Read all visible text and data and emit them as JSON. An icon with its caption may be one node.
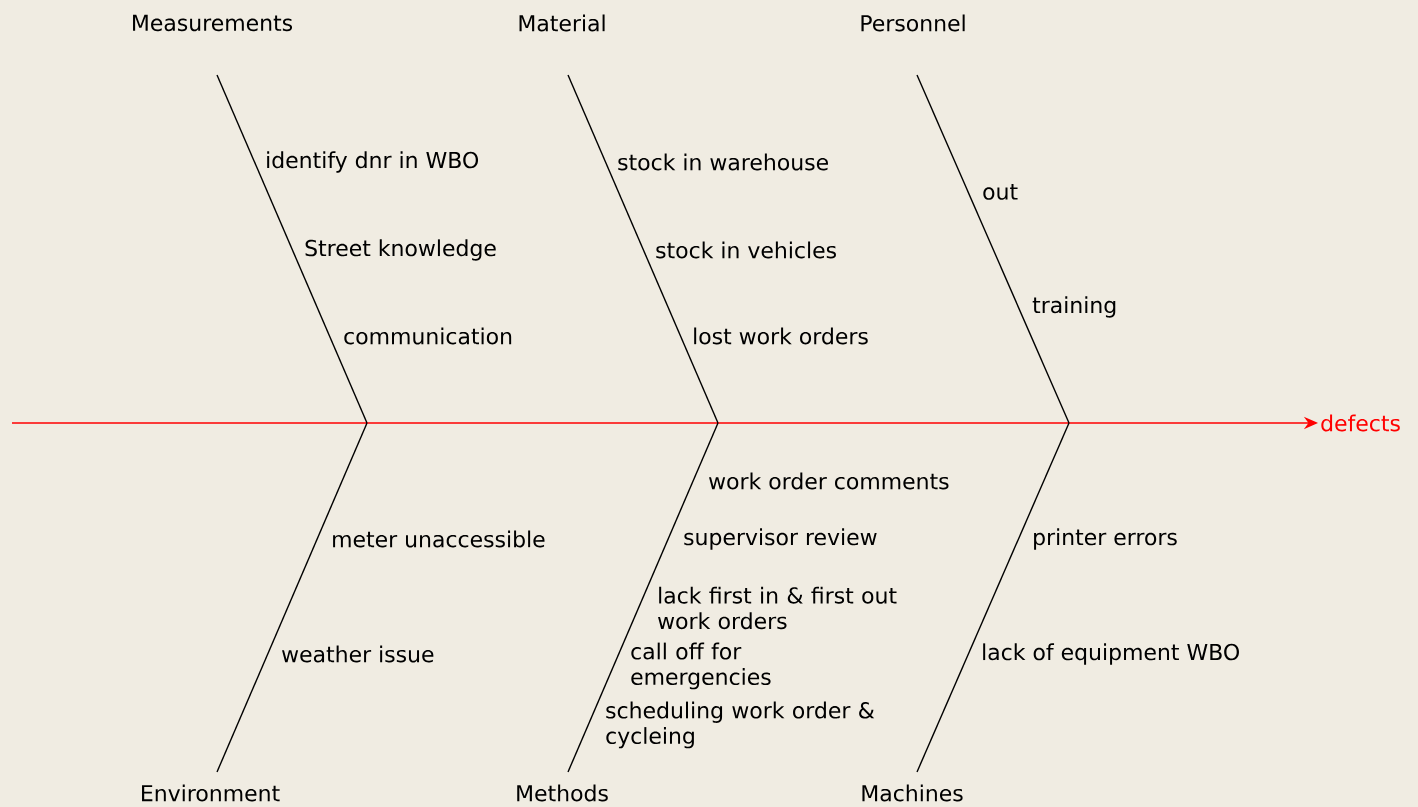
{
  "diagram": {
    "nodes": [
      {
        "text": [
          "Measurements"
        ]
      },
      {
        "text": [
          "Material"
        ]
      },
      {
        "text": [
          "Personnel"
        ]
      },
      {
        "text": [
          "Environment"
        ]
      },
      {
        "text": [
          "Methods"
        ]
      },
      {
        "text": [
          "Machines"
        ]
      },
      {
        "text": [
          "defects"
        ]
      }
    ],
    "edges": [
      {
        "from": null,
        "to": 6,
        "arrow": "to",
        "color": "#ff0000"
      },
      {
        "from": 0,
        "to": null,
        "arrow": "none"
      },
      {
        "from": 1,
        "to": null,
        "arrow": "none"
      },
      {
        "from": 2,
        "to": null,
        "arrow": "none"
      },
      {
        "from": 3,
        "to": null,
        "arrow": "none"
      },
      {
        "from": 4,
        "to": null,
        "arrow": "none"
      },
      {
        "from": 5,
        "to": null,
        "arrow": "none"
      }
    ],
    "labels": [
      "identify dnr in WBO",
      "Street knowledge",
      "communication",
      "stock in warehouse",
      "stock in vehicles",
      "lost work orders",
      "out",
      "training",
      "meter unaccessible",
      "weather issue",
      "work order comments",
      "supervisor review",
      "lack first in & first out work orders",
      "call off for emergencies",
      "scheduling work order & cycleing",
      "printer errors",
      "lack of equipment WBO"
    ]
  }
}
